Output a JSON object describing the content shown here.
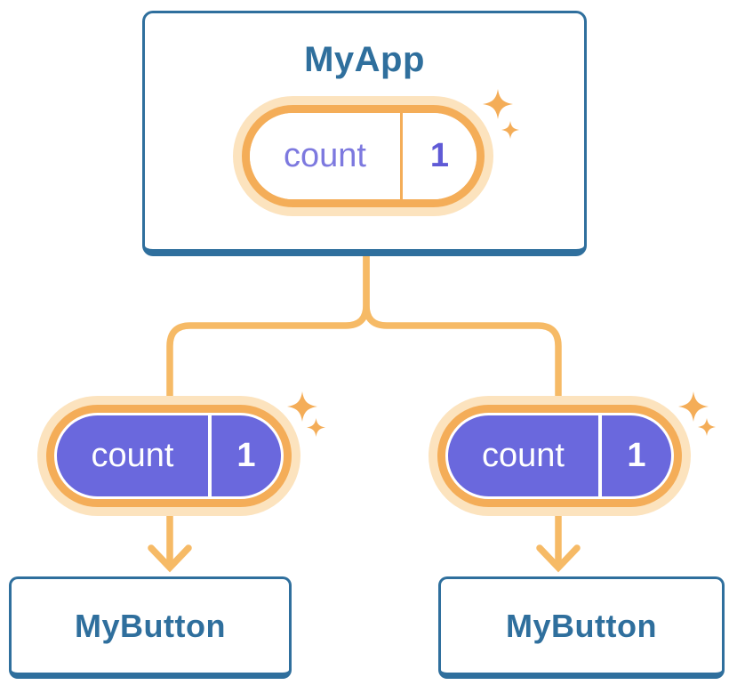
{
  "tree": {
    "root": {
      "name": "MyApp",
      "state": {
        "name": "count",
        "value": "1"
      }
    },
    "children": [
      {
        "name": "MyButton",
        "state": {
          "name": "count",
          "value": "1"
        }
      },
      {
        "name": "MyButton",
        "state": {
          "name": "count",
          "value": "1"
        }
      }
    ]
  },
  "colors": {
    "card_border": "#2F6F9D",
    "card_text": "#2F6F9D",
    "connector": "#F6BA66",
    "pill_ring": "#F4AD58",
    "pill_glow": "#FCE3BE",
    "pill_fill": "#6A68DD",
    "pill_text_on_fill": "#FFFFFF",
    "state_name_text": "#7D79DF",
    "state_value_text": "#5F5AD6"
  },
  "icons": {
    "sparkle": "sparkle-icon"
  }
}
